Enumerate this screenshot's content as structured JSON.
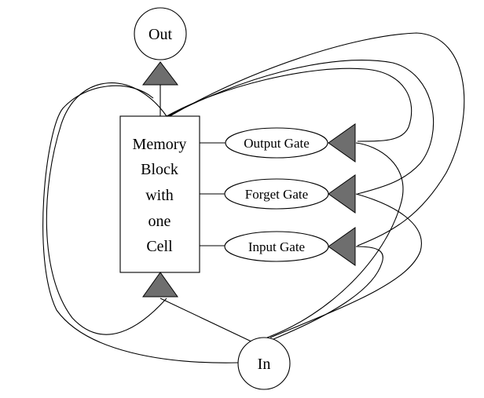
{
  "nodes": {
    "out": "Out",
    "in": "In",
    "memory_block_lines": [
      "Memory",
      "Block",
      "with",
      "one",
      "Cell"
    ],
    "output_gate": "Output Gate",
    "forget_gate": "Forget Gate",
    "input_gate": "Input Gate"
  },
  "colors": {
    "line": "#000000",
    "triangle_fill": "#6e6e6e",
    "background": "#ffffff"
  }
}
